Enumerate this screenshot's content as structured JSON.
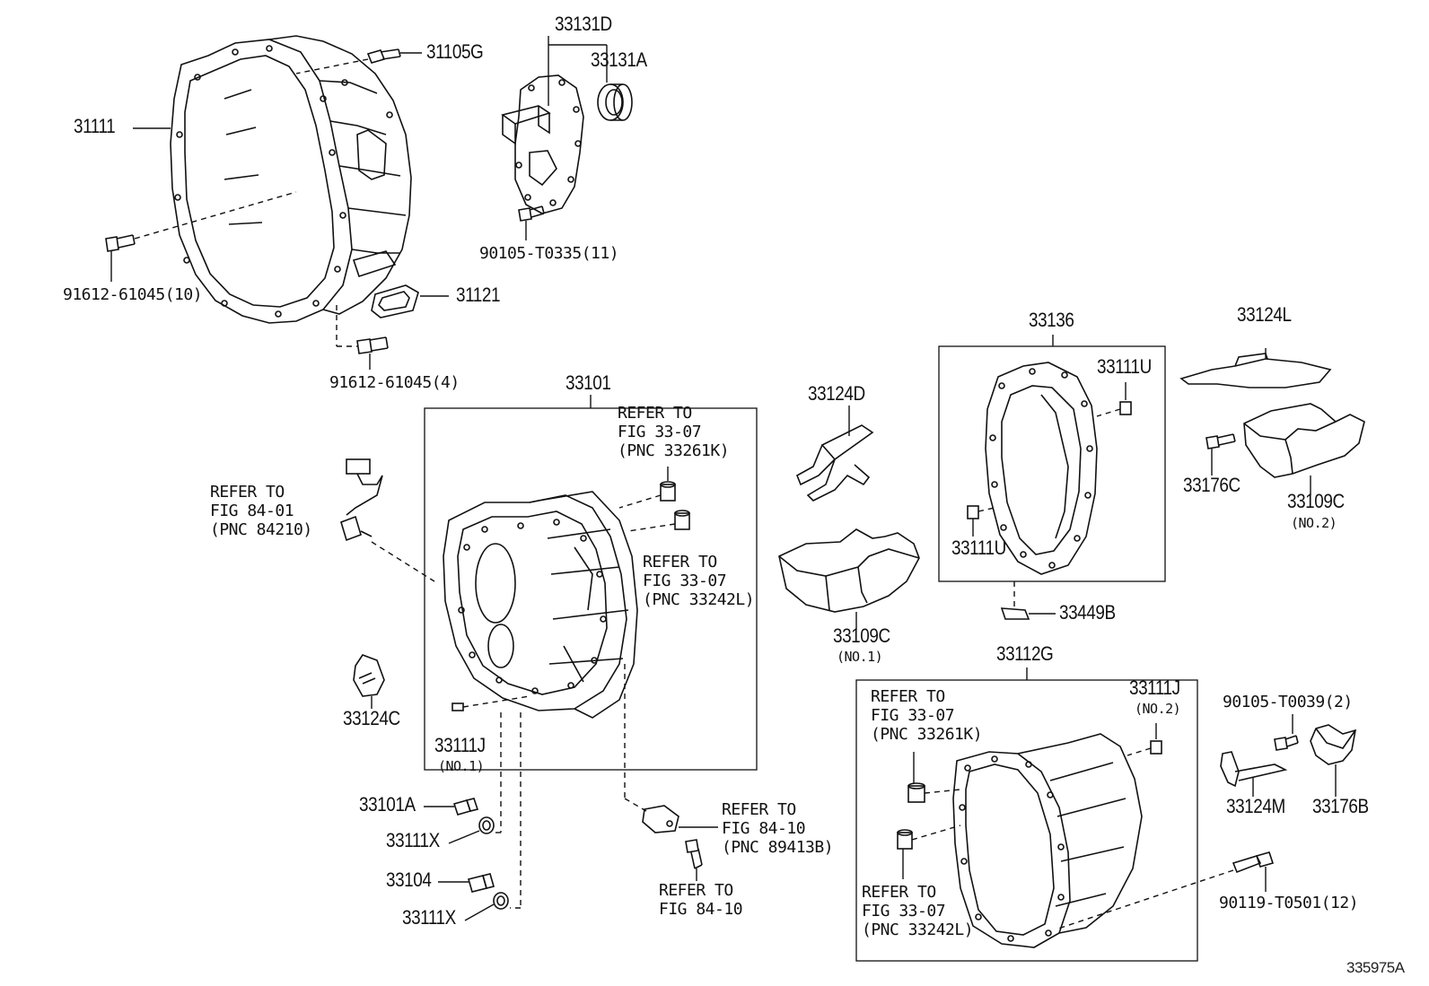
{
  "labels": {
    "p31111": "31111",
    "p31105G": "31105G",
    "p33131D": "33131D",
    "p33131A": "33131A",
    "p90105_T0335": "90105-T0335(11)",
    "p91612_61045_10": "91612-61045(10)",
    "p31121": "31121",
    "p91612_61045_4": "91612-61045(4)",
    "p33101": "33101",
    "p33124D": "33124D",
    "p33136": "33136",
    "p33124L": "33124L",
    "p33111U_top": "33111U",
    "p33111U_bot": "33111U",
    "p33176C": "33176C",
    "p33109C_2": "33109C",
    "p33109C_2_sub": "(NO.2)",
    "p33109C_1": "33109C",
    "p33109C_1_sub": "(NO.1)",
    "p33449B": "33449B",
    "p33124C": "33124C",
    "p33111J_1": "33111J",
    "p33111J_1_sub": "(NO.1)",
    "p33112G": "33112G",
    "p33111J_2": "33111J",
    "p33111J_2_sub": "(NO.2)",
    "p90105_T0039": "90105-T0039(2)",
    "p33124M": "33124M",
    "p33176B": "33176B",
    "p90119_T0501": "90119-T0501(12)",
    "p33101A": "33101A",
    "p33111X_a": "33111X",
    "p33104": "33104",
    "p33111X_b": "33111X"
  },
  "refs": {
    "r_84210": [
      "REFER TO",
      "FIG 84-01",
      "(PNC 84210)"
    ],
    "r_33261K_a": [
      "REFER TO",
      "FIG 33-07",
      "(PNC 33261K)"
    ],
    "r_33242L_a": [
      "REFER TO",
      "FIG 33-07",
      "(PNC 33242L)"
    ],
    "r_89413B": [
      "REFER TO",
      "FIG 84-10",
      "(PNC 89413B)"
    ],
    "r_84_10": [
      "REFER TO",
      "FIG 84-10"
    ],
    "r_33261K_b": [
      "REFER TO",
      "FIG 33-07",
      "(PNC 33261K)"
    ],
    "r_33242L_b": [
      "REFER TO",
      "FIG 33-07",
      "(PNC 33242L)"
    ]
  },
  "illustration_id": "335975A"
}
